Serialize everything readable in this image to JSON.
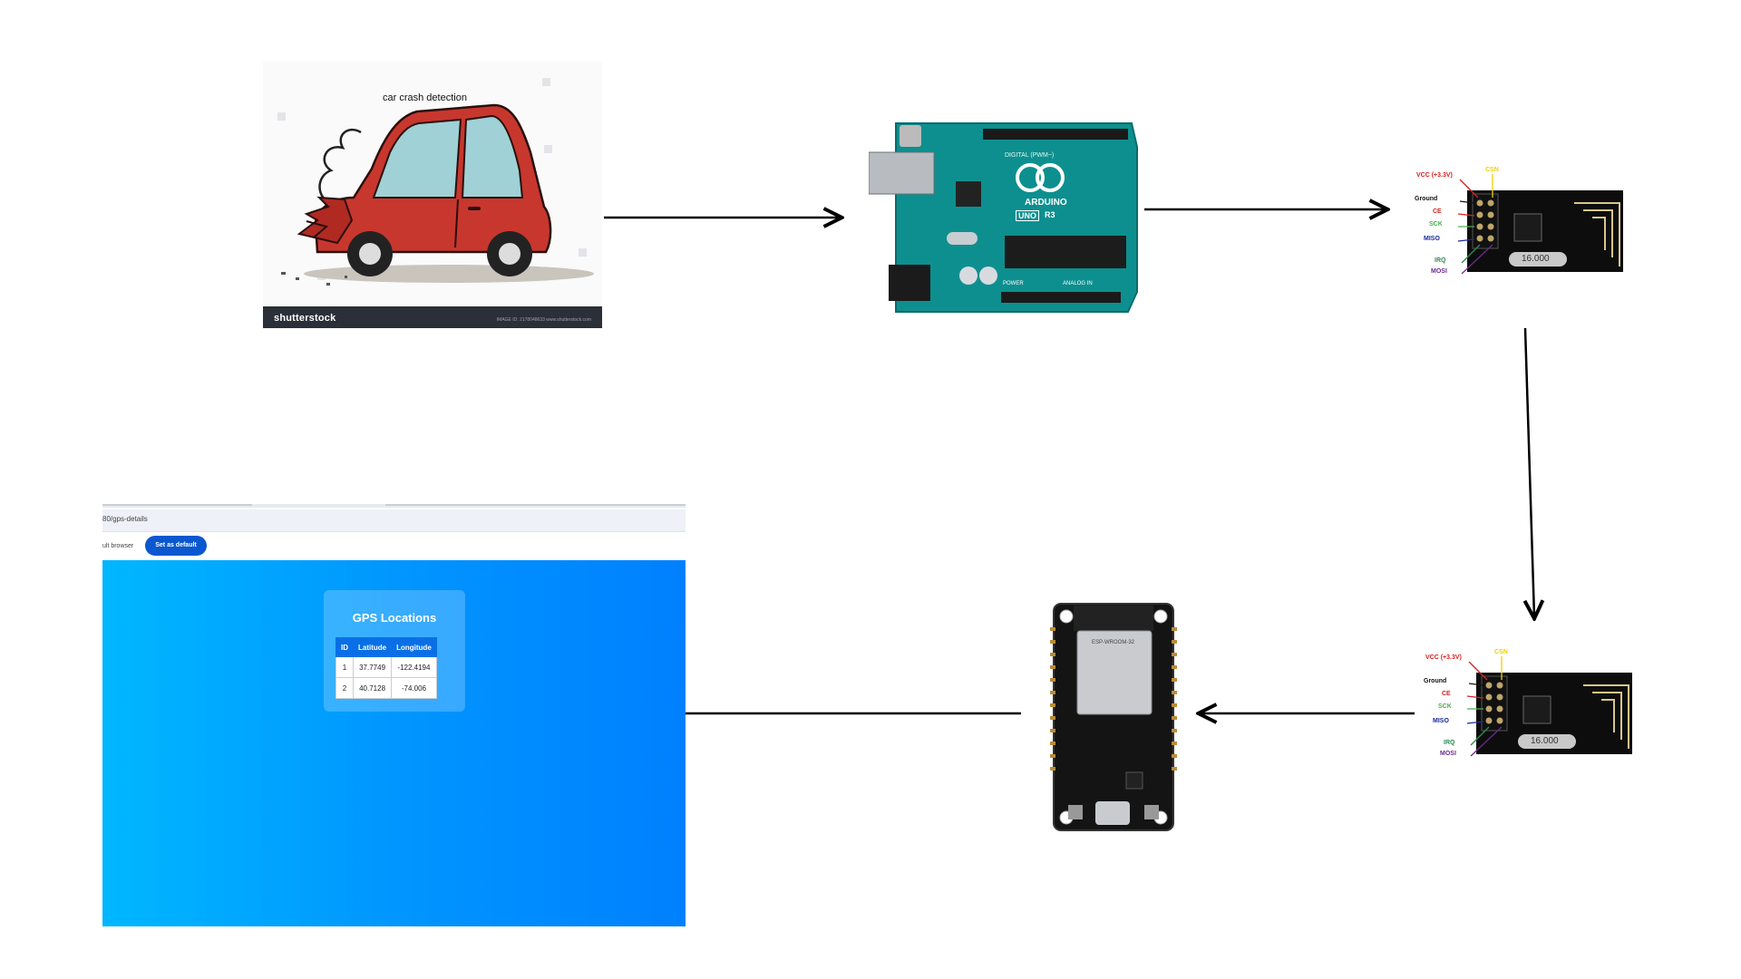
{
  "car_image": {
    "caption": "car crash detection",
    "watermark_brand": "shutterstock",
    "fine_print": "IMAGE ID: 2178048633 www.shutterstock.com"
  },
  "arduino": {
    "label_digital": "DIGITAL (PWM~)",
    "label_brand": "ARDUINO",
    "label_uno": "UNO",
    "label_r3": "R3",
    "label_power": "POWER",
    "label_analog": "ANALOG IN"
  },
  "nrf_module": {
    "pins": [
      "VCC (+3.3V)",
      "Ground",
      "CE",
      "SCK",
      "MISO",
      "IRQ",
      "MOSI"
    ],
    "csn": "CSN",
    "crystal": "16.000",
    "colors": {
      "vcc": "#d62020",
      "ground": "#111111",
      "ce": "#d62020",
      "sck": "#4caf50",
      "miso": "#1a2a9c",
      "irq": "#2e8b57",
      "mosi": "#6a2c91",
      "csn": "#f0d000"
    }
  },
  "esp32": {
    "label": "ESP-WROOM-32"
  },
  "browser": {
    "url": "80/gps-details",
    "info_text": "ult browser",
    "default_button": "Set as default",
    "gps_title": "GPS Locations",
    "columns": [
      "ID",
      "Latitude",
      "Longitude"
    ],
    "rows": [
      [
        "1",
        "37.7749",
        "-122.4194"
      ],
      [
        "2",
        "40.7128",
        "-74.006"
      ]
    ],
    "gradient": [
      "#00b7ff",
      "#0080ff"
    ]
  }
}
